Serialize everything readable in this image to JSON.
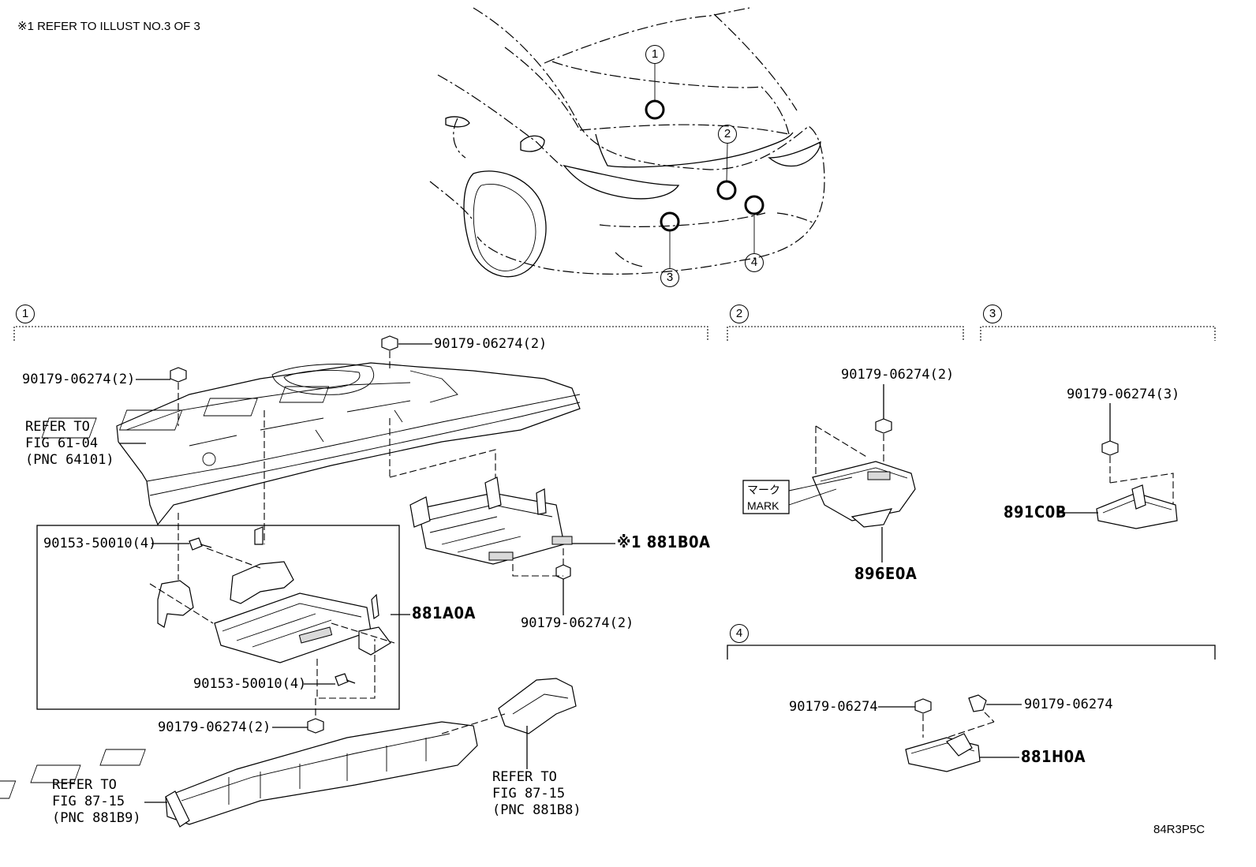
{
  "header_note": "※1 REFER TO ILLUST NO.3 OF 3",
  "illustration_code": "84R3P5C",
  "vehicle_callouts": [
    "1",
    "2",
    "3",
    "4"
  ],
  "sections": {
    "s1": {
      "number": "1",
      "labels": {
        "nut_top": "90179-06274(2)",
        "nut_left": "90179-06274(2)",
        "refer_floor": "REFER TO\nFIG 61-04\n(PNC 64101)",
        "bolt_upper": "90153-50010(4)",
        "bolt_lower": "90153-50010(4)",
        "part_881a0a": "881A0A",
        "part_881b0a": "※1 881B0A",
        "nut_right": "90179-06274(2)",
        "nut_bottom": "90179-06274(2)",
        "refer_left": "REFER TO\nFIG 87-15\n(PNC 881B9)",
        "refer_right": "REFER TO\nFIG 87-15\n(PNC 881B8)"
      }
    },
    "s2": {
      "number": "2",
      "labels": {
        "nut": "90179-06274(2)",
        "mark_jp": "マーク",
        "mark_en": "MARK",
        "part": "896E0A"
      }
    },
    "s3": {
      "number": "3",
      "labels": {
        "nut": "90179-06274(3)",
        "part": "891C0B"
      }
    },
    "s4": {
      "number": "4",
      "labels": {
        "nut_left": "90179-06274",
        "nut_right": "90179-06274",
        "part": "881H0A"
      }
    }
  }
}
